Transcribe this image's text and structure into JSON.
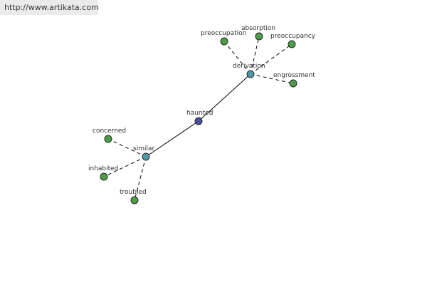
{
  "source": {
    "url": "http://www.artikata.com"
  },
  "graph": {
    "colors": {
      "center": "#4a4fa0",
      "hub": "#4f9aa8",
      "leaf": "#4e9c48"
    },
    "nodes": [
      {
        "id": "haunted",
        "label": "haunted",
        "role": "center"
      },
      {
        "id": "derivation",
        "label": "derivation",
        "role": "hub"
      },
      {
        "id": "similar",
        "label": "similar",
        "role": "hub"
      },
      {
        "id": "preoccupation",
        "label": "preoccupation",
        "role": "leaf"
      },
      {
        "id": "absorption",
        "label": "absorption",
        "role": "leaf"
      },
      {
        "id": "preoccupancy",
        "label": "preoccupancy",
        "role": "leaf"
      },
      {
        "id": "engrossment",
        "label": "engrossment",
        "role": "leaf"
      },
      {
        "id": "concerned",
        "label": "concerned",
        "role": "leaf"
      },
      {
        "id": "inhabited",
        "label": "inhabited",
        "role": "leaf"
      },
      {
        "id": "troubled",
        "label": "troubled",
        "role": "leaf"
      }
    ],
    "edges": [
      {
        "from": "haunted",
        "to": "derivation",
        "style": "solid"
      },
      {
        "from": "haunted",
        "to": "similar",
        "style": "solid"
      },
      {
        "from": "derivation",
        "to": "preoccupation",
        "style": "dashed"
      },
      {
        "from": "derivation",
        "to": "absorption",
        "style": "dashed"
      },
      {
        "from": "derivation",
        "to": "preoccupancy",
        "style": "dashed"
      },
      {
        "from": "derivation",
        "to": "engrossment",
        "style": "dashed"
      },
      {
        "from": "similar",
        "to": "concerned",
        "style": "dashed"
      },
      {
        "from": "similar",
        "to": "inhabited",
        "style": "dashed"
      },
      {
        "from": "similar",
        "to": "troubled",
        "style": "dashed"
      }
    ]
  }
}
